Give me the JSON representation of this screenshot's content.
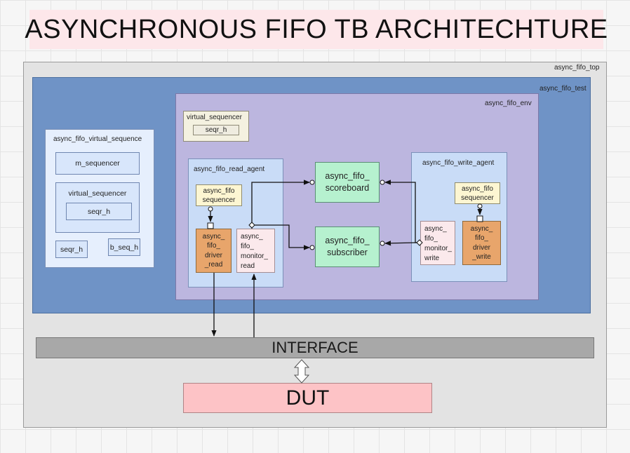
{
  "title": "ASYNCHRONOUS FIFO TB ARCHITECHTURE",
  "containers": {
    "top": "async_fifo_top",
    "test": "async_fifo_test",
    "env": "async_fifo_env",
    "virtual_sequence": "async_fifo_virtual_sequence",
    "read_agent": "async_fifo_read_agent",
    "write_agent": "async_fifo_write_agent"
  },
  "virtual_sequence": {
    "m_sequencer": "m_sequencer",
    "virtual_sequencer": "virtual_sequencer",
    "seqr_h_inner": "seqr_h",
    "seqr_h": "seqr_h",
    "b_seq_h": "b_seq_h"
  },
  "env_virtual_sequencer": {
    "label": "virtual_sequencer",
    "seqr_h": "seqr_h"
  },
  "read_agent": {
    "sequencer": "async_fifo\nsequencer",
    "driver": "async_\nfifo_\ndriver\n_read",
    "monitor": "async_\nfifo_\nmonitor_\nread"
  },
  "write_agent": {
    "sequencer": "async_fifo\nsequencer",
    "driver": "async_\nfifo_\ndriver\n_write",
    "monitor": "async_\nfifo_\nmonitor_\nwrite"
  },
  "scoreboard": "async_fifo_\nscoreboard",
  "subscriber": "async_fifo_\nsubscriber",
  "interface": "INTERFACE",
  "dut": "DUT",
  "colors": {
    "title_bg": "#fde7ea",
    "top_bg": "#e3e3e3",
    "test_bg": "#6f93c6",
    "env_bg": "#bcb6df",
    "agent_bg": "#c9dcf7",
    "sequencer_bg": "#fdf6d2",
    "driver_bg": "#e8a56b",
    "monitor_bg": "#fbe9ec",
    "green_bg": "#b6f1cf",
    "interface_bg": "#a8a8a8",
    "dut_bg": "#fdc3c6"
  }
}
